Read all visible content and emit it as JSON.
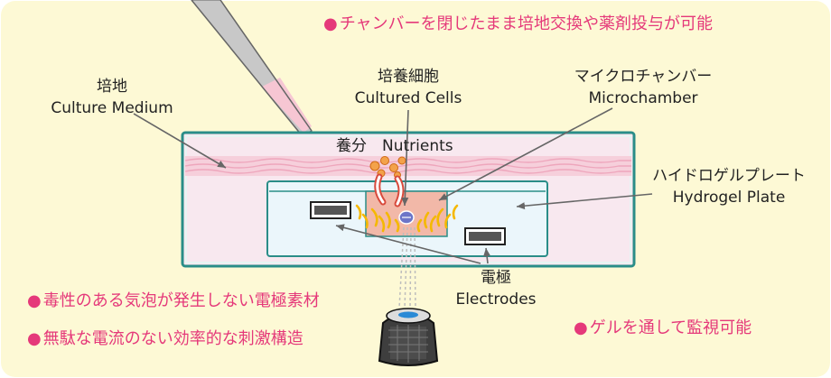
{
  "feature_top": "チャンバーを閉じたまま培地交換や薬剤投与が可能",
  "feature_bottom_left_1": "毒性のある気泡が発生しない電極素材",
  "feature_bottom_left_2": "無駄な電流のない効率的な刺激構造",
  "feature_bottom_right": "ゲルを通して監視可能",
  "bullet": "●",
  "labels": {
    "medium_jp": "培地",
    "medium_en": "Culture Medium",
    "cells_jp": "培養細胞",
    "cells_en": "Cultured Cells",
    "chamber_jp": "マイクロチャンバー",
    "chamber_en": "Microchamber",
    "nutrients": "養分　Nutrients",
    "hydrogel_jp": "ハイドロゲルプレート",
    "hydrogel_en": "Hydrogel Plate",
    "electrodes_jp": "電極",
    "electrodes_en": "Electrodes"
  },
  "colors": {
    "background": "#fdf9d5",
    "dish_border": "#2a8d88",
    "medium": "#f9dce8",
    "accent": "#e5397a"
  }
}
